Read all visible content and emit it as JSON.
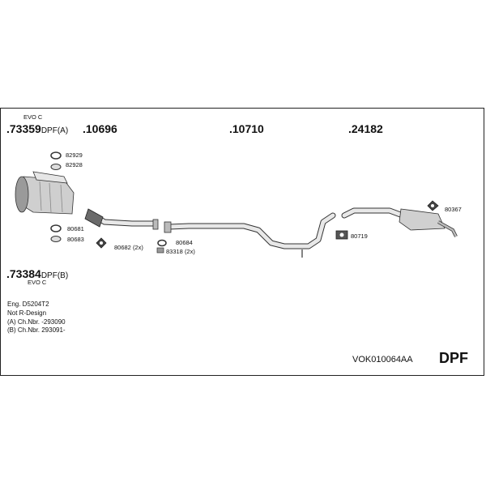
{
  "diagram": {
    "labels": {
      "evo_top": "EVO C",
      "evo_bottom": "EVO C",
      "dpf_a_number": ".73359",
      "dpf_a_suffix": "DPF(A)",
      "dpf_b_number": ".73384",
      "dpf_b_suffix": "DPF(B)",
      "pipe_front": ".10696",
      "pipe_middle": ".10710",
      "pipe_rear": ".24182"
    },
    "parts": {
      "p82929": "82929",
      "p82928": "82928",
      "p80681": "80681",
      "p80683": "80683",
      "p80682": "80682 (2x)",
      "p80684": "80684",
      "p83318": "83318 (2x)",
      "p80719": "80719",
      "p80367": "80367"
    },
    "notes": [
      "Eng. D5204T2",
      "Not R-Design",
      "(A) Ch.Nbr. -293090",
      "(B) Ch.Nbr. 293091-"
    ],
    "code": "VOK010064AA",
    "type": "DPF"
  }
}
